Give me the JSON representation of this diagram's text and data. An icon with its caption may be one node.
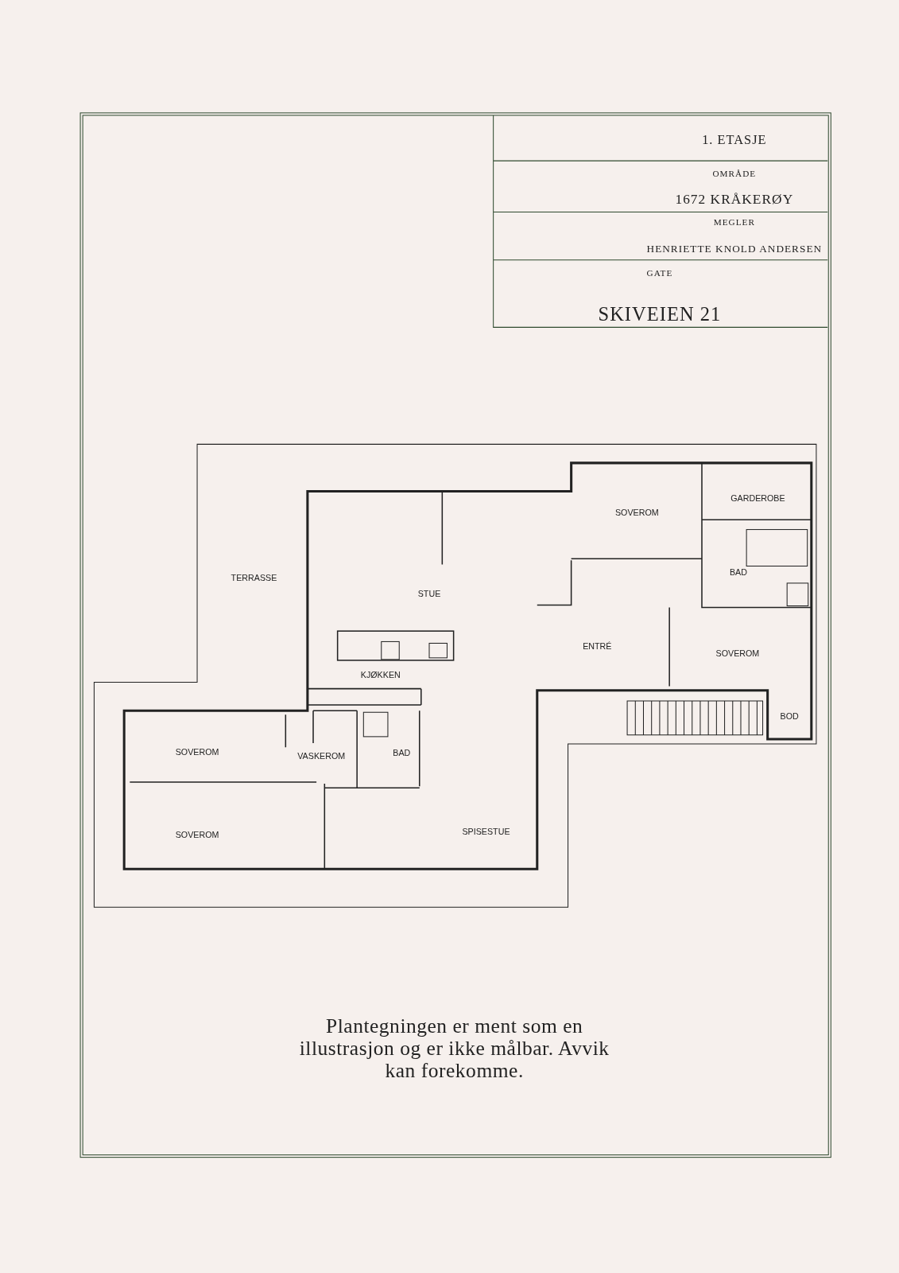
{
  "diagram": {
    "caption": "Plantegningen er ment som en illustrasjon og er ikke målbar. Avvik kan forekomme.",
    "labels": [
      "1. ETASJE",
      "OMRÅDE",
      "1672 KRÅKERØY",
      "MEGLER",
      "HENRIETTE KNOLD ANDERSEN",
      "GATE",
      "SKIVEIEN 21",
      "GARDEROBE",
      "SOVEROM",
      "BAD",
      "TERRASSE",
      "STUE",
      "ENTRÉ",
      "SOVEROM",
      "KJØKKEN",
      "BOD",
      "SOVEROM",
      "VASKEROM",
      "BAD",
      "SOVEROM",
      "SPISESTUE"
    ]
  }
}
